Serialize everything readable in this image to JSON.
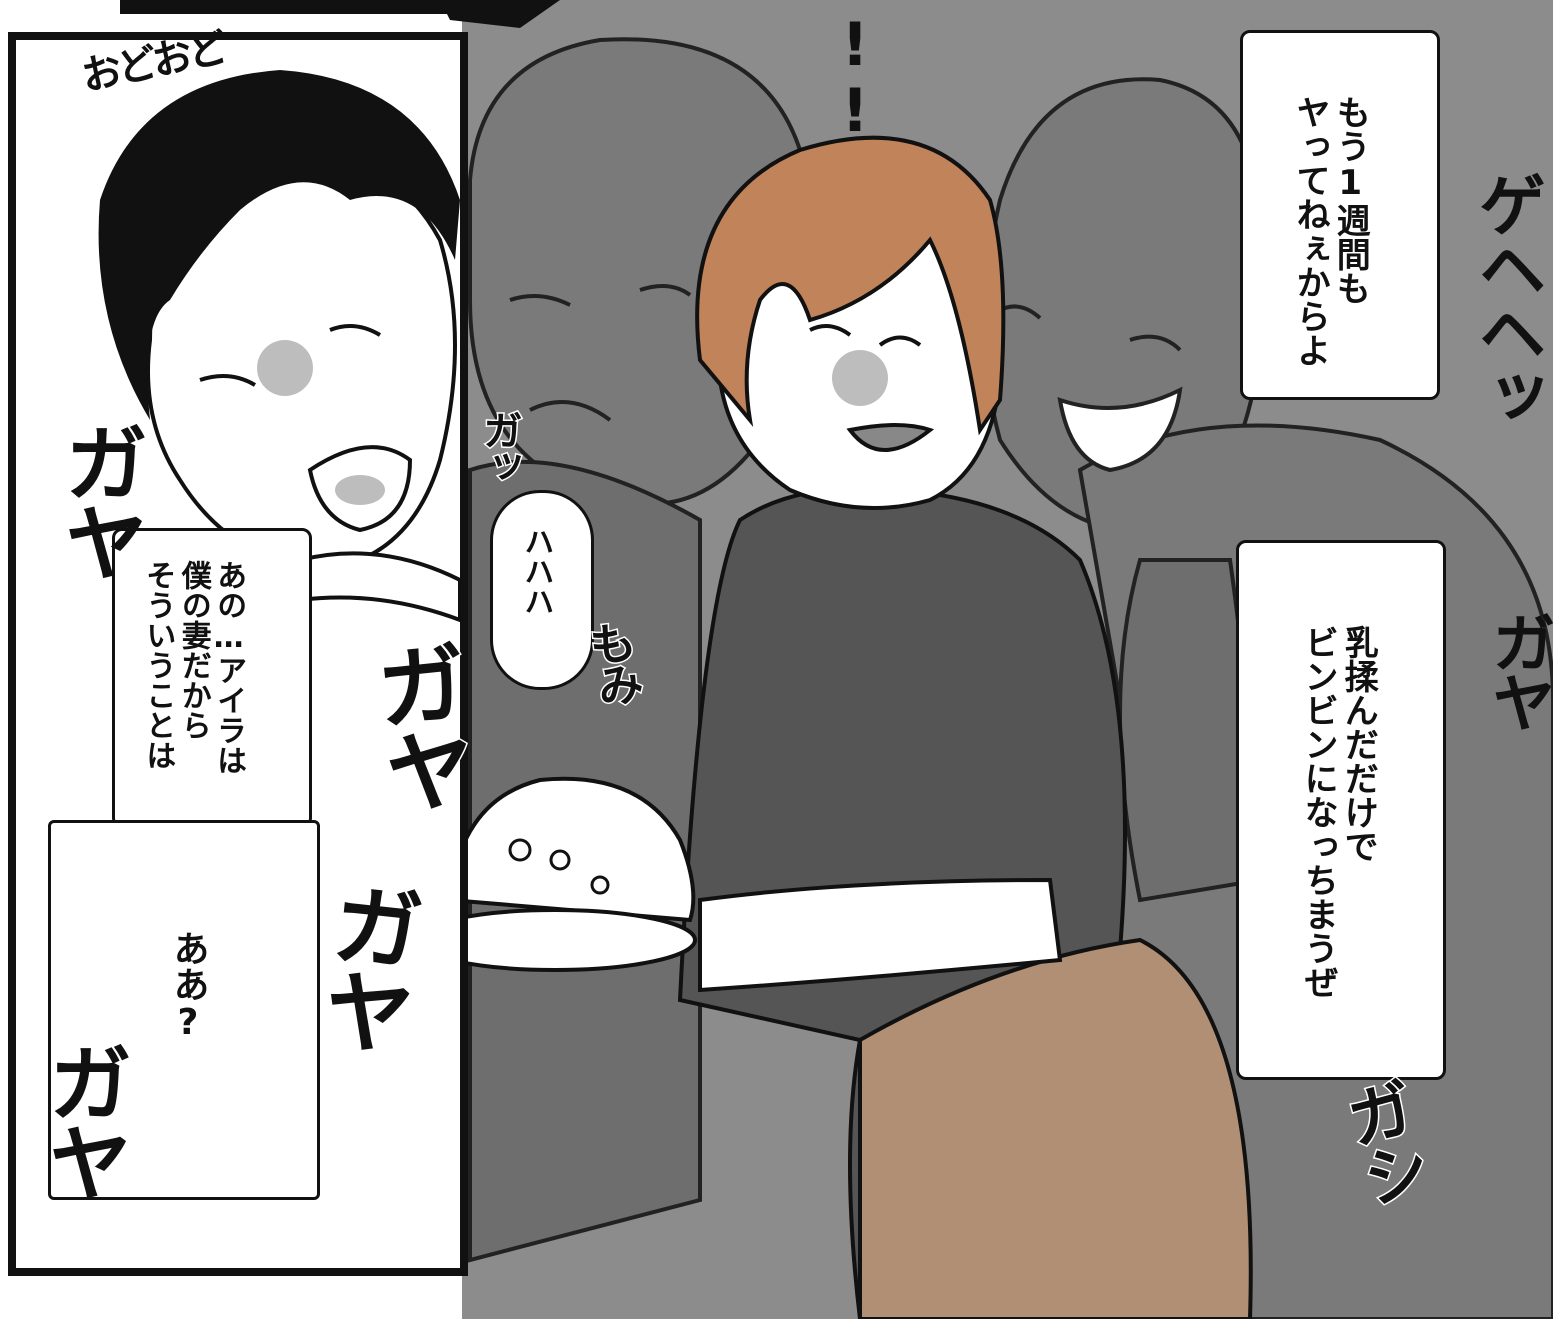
{
  "colors": {
    "background_gray": "#8c8c8c",
    "figure_gray": "#767676",
    "shirt_dark": "#555555",
    "hair_brown": "#c1835a",
    "apron_brown": "#b08f74",
    "ink": "#111111"
  },
  "speech": {
    "man_pleading": "あの…アイラは\n僕の妻だから\nそういうことは",
    "man_angry": "ああ?",
    "woman_laugh": "ハハハ",
    "thug_one_week": "もう1週間も\nヤってねぇからよ",
    "thug_groping": "乳揉んだだけで\nビンビンになっちまうぜ"
  },
  "sfx": {
    "odo_odo": "おどおど",
    "gaya_left": "ガヤ",
    "gaya_center_1": "ガヤ",
    "gaya_center_2": "ガヤ",
    "gaya_bottom_left": "ガヤ",
    "gehehe": "ゲヘヘッ",
    "gaya_right": "ガヤ",
    "gashi": "ガシ",
    "momi": "もみ",
    "gatsu": "ガッ",
    "shock_marks": "!!"
  }
}
